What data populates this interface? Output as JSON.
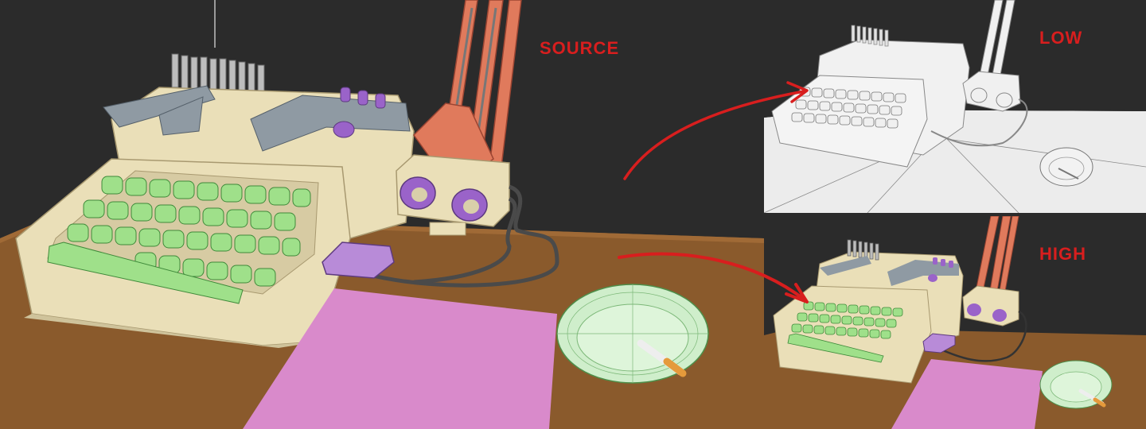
{
  "labels": {
    "source": "SOURCE",
    "low": "LOW",
    "high": "HIGH"
  },
  "colors": {
    "background": "#2b2b2b",
    "label_red": "#d81e1e",
    "desk": "#8a5a2c",
    "body_cream": "#eadfb8",
    "keys_green": "#9fe08a",
    "knob_purple": "#9a63c9",
    "lamp_orange": "#e07a5c",
    "paper_pink": "#d98acb",
    "ashtray_mint": "#cfeecb",
    "low_background": "#ececec"
  },
  "icons": {
    "arrow_to_low": "curved-arrow-icon",
    "arrow_to_high": "curved-arrow-icon"
  }
}
